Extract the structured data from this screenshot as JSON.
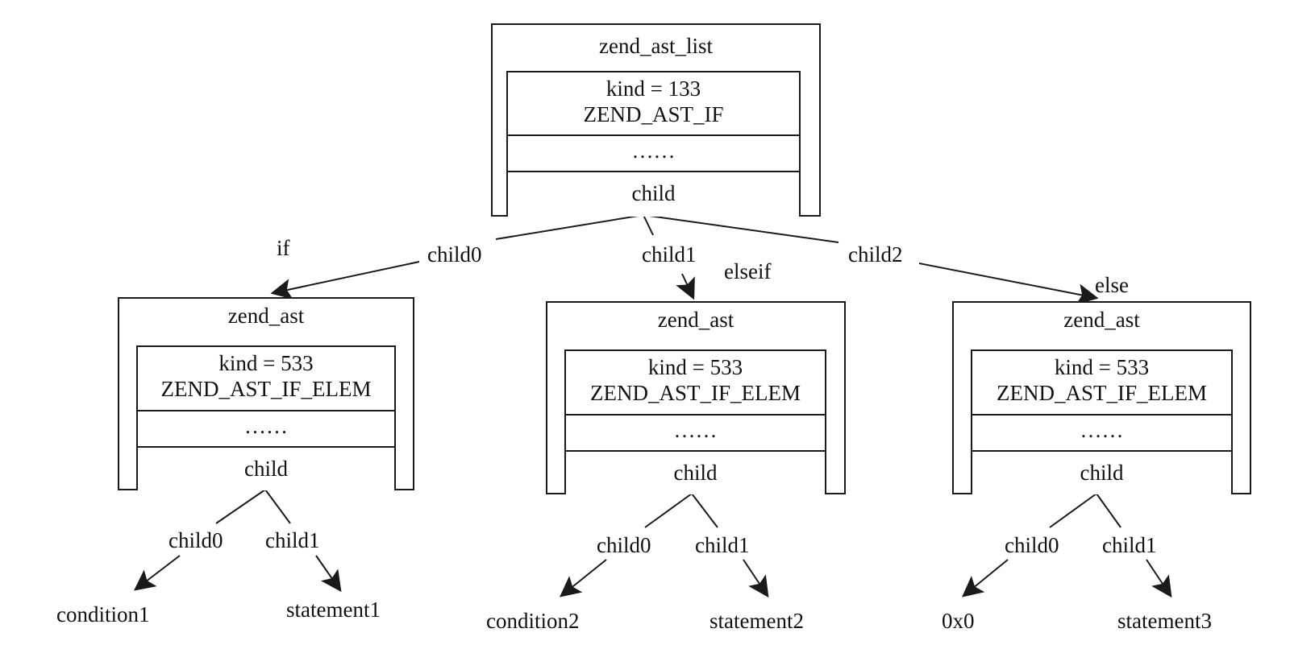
{
  "root": {
    "title": "zend_ast_list",
    "kind_line1": "kind = 133",
    "kind_line2": "ZEND_AST_IF",
    "dots": "……",
    "child": "child"
  },
  "root_edges": {
    "child0": "child0",
    "child1": "child1",
    "child2": "child2"
  },
  "branch_labels": {
    "if": "if",
    "elseif": "elseif",
    "else": "else"
  },
  "nodes": [
    {
      "title": "zend_ast",
      "kind_line1": "kind = 533",
      "kind_line2": "ZEND_AST_IF_ELEM",
      "dots": "……",
      "child": "child",
      "edge0": "child0",
      "edge1": "child1",
      "leaf0": "condition1",
      "leaf1": "statement1"
    },
    {
      "title": "zend_ast",
      "kind_line1": "kind = 533",
      "kind_line2": "ZEND_AST_IF_ELEM",
      "dots": "……",
      "child": "child",
      "edge0": "child0",
      "edge1": "child1",
      "leaf0": "condition2",
      "leaf1": "statement2"
    },
    {
      "title": "zend_ast",
      "kind_line1": "kind = 533",
      "kind_line2": "ZEND_AST_IF_ELEM",
      "dots": "……",
      "child": "child",
      "edge0": "child0",
      "edge1": "child1",
      "leaf0": "0x0",
      "leaf1": "statement3"
    }
  ],
  "colors": {
    "line": "#1a1a1a",
    "background": "#ffffff"
  }
}
